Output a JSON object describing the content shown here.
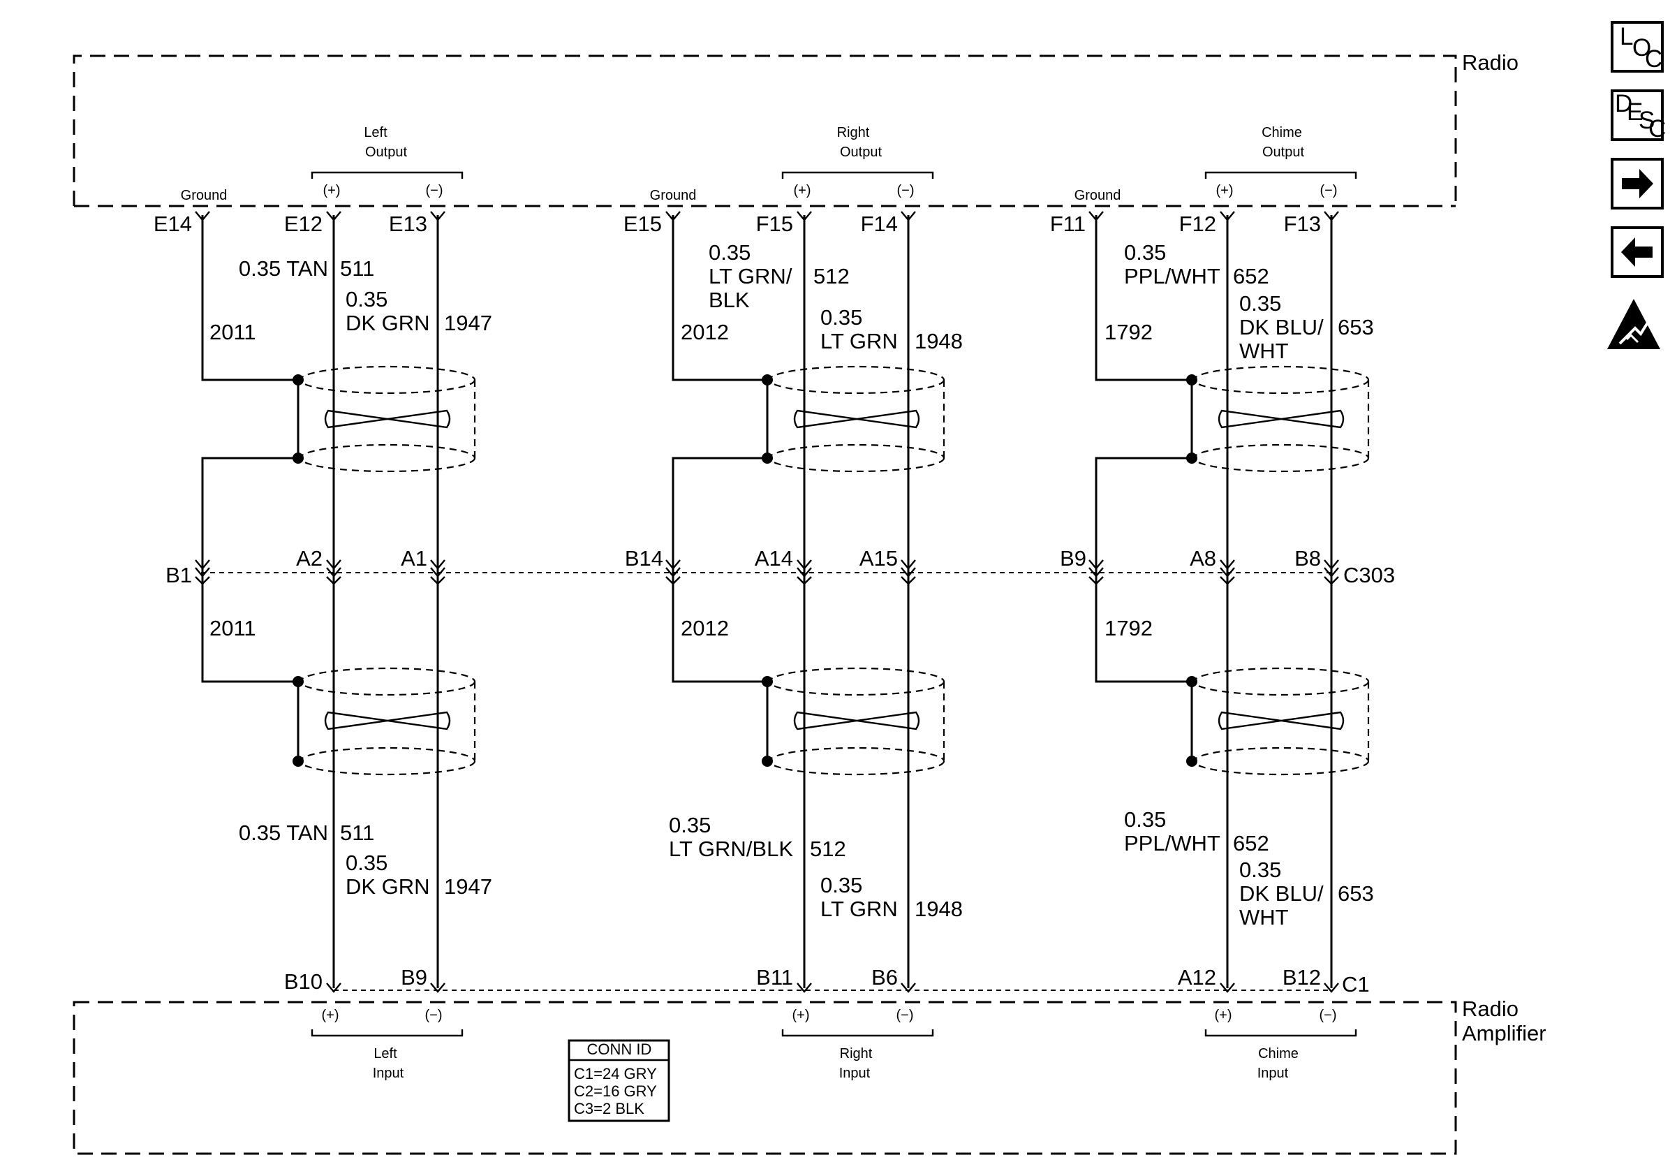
{
  "components": {
    "radio": "Radio",
    "radio_amplifier_line1": "Radio",
    "radio_amplifier_line2": "Amplifier"
  },
  "radio_labels": {
    "ground": "Ground",
    "plus": "(+)",
    "minus": "(−)",
    "left_output_1": "Left",
    "left_output_2": "Output",
    "right_output_1": "Right",
    "right_output_2": "Output",
    "chime_output_1": "Chime",
    "chime_output_2": "Output"
  },
  "amp_labels": {
    "plus": "(+)",
    "minus": "(−)",
    "left_input_1": "Left",
    "left_input_2": "Input",
    "right_input_1": "Right",
    "right_input_2": "Input",
    "chime_input_1": "Chime",
    "chime_input_2": "Input"
  },
  "radio_pins": {
    "left_ground": "E14",
    "left_plus": "E12",
    "left_minus": "E13",
    "right_ground": "E15",
    "right_plus": "F15",
    "right_minus": "F14",
    "chime_ground": "F11",
    "chime_plus": "F12",
    "chime_minus": "F13"
  },
  "c303": {
    "name": "C303",
    "left_ground": "B1",
    "left_plus": "A2",
    "left_minus": "A1",
    "right_ground": "B14",
    "right_plus": "A14",
    "right_minus": "A15",
    "chime_ground": "B9",
    "chime_plus": "A8",
    "chime_minus": "B8"
  },
  "amp_pins": {
    "name": "C1",
    "left_plus": "B10",
    "left_minus": "B9",
    "right_plus": "B11",
    "right_minus": "B6",
    "chime_plus": "A12",
    "chime_minus": "B12"
  },
  "wires_upper": {
    "left_ground_circuit": "2011",
    "left_plus_gauge_color": "0.35 TAN",
    "left_plus_circuit": "511",
    "left_minus_gauge": "0.35",
    "left_minus_color": "DK GRN",
    "left_minus_circuit": "1947",
    "right_ground_circuit": "2012",
    "right_plus_gauge": "0.35",
    "right_plus_color_1": "LT GRN/",
    "right_plus_color_2": "BLK",
    "right_plus_circuit": "512",
    "right_minus_gauge": "0.35",
    "right_minus_color": "LT GRN",
    "right_minus_circuit": "1948",
    "chime_ground_circuit": "1792",
    "chime_plus_gauge": "0.35",
    "chime_plus_color": "PPL/WHT",
    "chime_plus_circuit": "652",
    "chime_minus_gauge": "0.35",
    "chime_minus_color_1": "DK BLU/",
    "chime_minus_color_2": "WHT",
    "chime_minus_circuit": "653"
  },
  "wires_lower": {
    "left_ground_circuit": "2011",
    "left_plus_gauge_color": "0.35 TAN",
    "left_plus_circuit": "511",
    "left_minus_gauge": "0.35",
    "left_minus_color": "DK GRN",
    "left_minus_circuit": "1947",
    "right_ground_circuit": "2012",
    "right_plus_gauge": "0.35",
    "right_plus_color": "LT GRN/BLK",
    "right_plus_circuit": "512",
    "right_minus_gauge": "0.35",
    "right_minus_color": "LT GRN",
    "right_minus_circuit": "1948",
    "chime_ground_circuit": "1792",
    "chime_plus_gauge": "0.35",
    "chime_plus_color": "PPL/WHT",
    "chime_plus_circuit": "652",
    "chime_minus_gauge": "0.35",
    "chime_minus_color_1": "DK BLU/",
    "chime_minus_color_2": "WHT",
    "chime_minus_circuit": "653"
  },
  "conn_id": {
    "title": "CONN ID",
    "c1": "C1=24 GRY",
    "c2": "C2=16 GRY",
    "c3": "C3=2 BLK"
  },
  "sidebar": {
    "loc_l": "L",
    "loc_o": "O",
    "loc_c": "C",
    "desc_d": "D",
    "desc_e": "E",
    "desc_s": "S",
    "desc_c": "C",
    "icons": [
      "location-icon",
      "description-icon",
      "next-arrow-icon",
      "previous-arrow-icon",
      "esd-warning-icon"
    ]
  }
}
